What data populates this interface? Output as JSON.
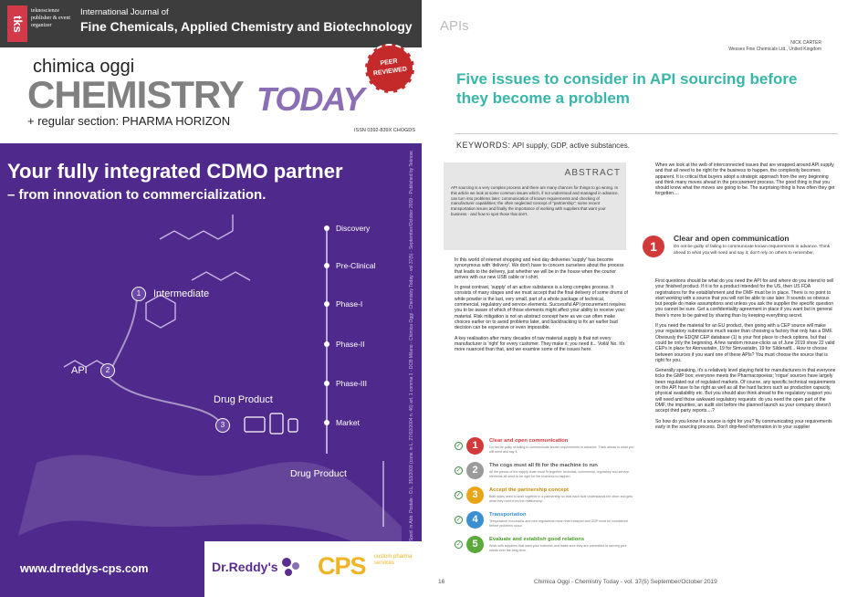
{
  "cover": {
    "logo": "tks",
    "logo_text": "teknoscienze publisher & event organizer",
    "journal_line1": "International Journal of",
    "journal_line2": "Fine Chemicals, Applied Chemistry and Biotechnology",
    "chimica_oggi": "chimica oggi",
    "chemistry": "CHEMISTRY",
    "today": "TODAY",
    "regular_section": "+ regular section: PHARMA HORIZON",
    "peer_reviewed": "PEER REVIEWED",
    "issn": "ISSN 0392-839X CHOGDS",
    "side_strip": "Paolo Mantovani Spa - Sped. in Abb. Postale - D.L. 353/2003 (conv. in L. 27/02/2004 n. 46) art. 1 comma 1 - DCB Milano - Chimica Oggi - Chemistry Today - vol 37(5) - September/October 2019 - Published by Teknoscienze Srl",
    "headline": "Your fully integrated CDMO partner",
    "subheadline": "– from innovation to commercialization.",
    "stages": [
      "Discovery",
      "Pre-Clinical",
      "Phase-I",
      "Phase-II",
      "Phase-III",
      "Market"
    ],
    "flow_items": [
      {
        "num": "1",
        "label": "Intermediate"
      },
      {
        "num": "2",
        "label": "API"
      },
      {
        "num": "3",
        "label": "Drug Product"
      }
    ],
    "drug_product_box": "Drug Product",
    "url": "www.drreddys-cps.com",
    "brand1": "Dr.Reddy's",
    "brand2": "CPS",
    "brand2_sub": "custom pharma services"
  },
  "article": {
    "section": "APIs",
    "author_name": "NICK CARTER",
    "author_affil": "Wessex Fine Chemicals Ltd., United Kingdom",
    "title": "Five issues to consider in API sourcing before they become a problem",
    "keywords_label": "KEYWORDS:",
    "keywords": "API supply, GDP, active substances.",
    "abstract_head": "ABSTRACT",
    "abstract_body": "API sourcing is a very complex process and there are many chances for things to go wrong. In this article we look at some common issues which, if not understood and managed in advance, can turn into problems later: communication of known requirements and checking of manufacturer capabilities; the often neglected concept of \"partnership\"; some recent transportation issues and finally the importance of working with suppliers that want your business - and how to spot those that don't.",
    "colA": [
      "In this world of internet shopping and next day deliveries 'supply' has become synonymous with 'delivery'. We don't have to concern ourselves about the process that leads to the delivery, just whether we will be in the house when the courier arrives with our new USB cable or t-shirt.",
      "In great contrast, 'supply' of an active substance is a long complex process. It consists of many stages and we must accept that the final delivery of some drums of white powder is the last, very small, part of a whole package of technical, commercial, regulatory and service elements. Successful API procurement requires you to be aware of which of those elements might affect your ability to receive your material. Risk mitigation is not an abstract concept here as we can often make choices earlier on to avoid problems later, and backtracking to fix an earlier bad decision can be expensive or even impossible.",
      "A key realisation after many decades of raw material supply is that not every manufacturer is 'right' for every customer. They make it; you need it... Voilà! No. It's more nuanced than that, and we examine some of the issues here."
    ],
    "colB_intro": "When we look at the web of interconnected issues that are wrapped around API supply and that all need to be right for the business to happen, the complexity becomes apparent. It is critical that buyers adopt a strategic approach from the very beginning and think many moves ahead in the procurement process. The good thing is that you should know what the moves are going to be. The surprising thing is how often they get forgotten....",
    "box1": {
      "num": "1",
      "title": "Clear and open communication",
      "text": "Do not be guilty of failing to communicate known requirements in advance. Think ahead to what you will need and say it; don't rely on others to remember."
    },
    "colB2": [
      "First questions should be what do you need the API for and where do you intend to sell your finished product. If it is for a product intended for the US, then US FDA registrations for the establishment and the DMF must be in place. There is no point to start working with a source that you will not be able to use later. It sounds so obvious but people do make assumptions and unless you ask the supplier the specific question you cannot be sure. Get a confidentiality agreement in place if you want but in general there's more to be gained by sharing than by keeping everything secret.",
      "If you need the material for an EU product, then going with a CEP source will make your regulatory submissions much easier than choosing a factory that only has a DMF. Obviously the EDQM CEP database (1) is your first place to check options, but that could be only the beginning. A few random mouse-clicks as of June 2019 show 22 valid CEPs in place for Atorvastatin, 19 for Simvastatin, 19 for Sildenafil... How to choose between sources if you want one of these APIs? You must choose the source that is right for you.",
      "Generally speaking, it's a relatively level playing field for manufacturers in that everyone ticks the GMP box; everyone meets the Pharmacopoeias; 'rogue' sources have largely been regulated out of regulated markets. Of course, any specific technical requirements on the API have to be right as well as all the hard factors such as production capacity, physical availability etc. But you should also think ahead to the regulatory support you will need and those awkward regulatory requests: do you need the open part of the DMF, the impurities, an audit slot before the planned launch as your company doesn't accept third party reports....?",
      "So how do you know if a source is right for you? By communicating your requirements early in the sourcing process. Don't drip-feed information in to your supplier"
    ],
    "issues": [
      {
        "num": "1",
        "title": "Clear and open communication",
        "text": "Do not be guilty of failing to communicate known requirements in advance. Think ahead to what you will need and say it.",
        "color": "#d23a3a"
      },
      {
        "num": "2",
        "title": "The cogs must all fit for the machine to run",
        "text": "All the pieces of the supply chain must fit together: technical, commercial, regulatory and service elements all need to be right for the business to happen.",
        "color": "#9a9a9a"
      },
      {
        "num": "3",
        "title": "Accept the partnership concept",
        "text": "Both sides need to work together in a partnership so that each side understands the other and gets what they need from the relationship.",
        "color": "#e8a617"
      },
      {
        "num": "4",
        "title": "Transportation",
        "text": "Temperature excursions and new regulations mean that transport and GDP must be considered before problems occur.",
        "color": "#3a8fd0"
      },
      {
        "num": "5",
        "title": "Evaluate and establish good relations",
        "text": "Work with suppliers that want your business and make sure they are committed to serving your needs over the long term.",
        "color": "#5aaa3a"
      }
    ],
    "page_number": "16",
    "footer_text": "Chimica Oggi - Chemistry Today - vol. 37(5) September/October 2019",
    "colors": {
      "title": "#38b6a9",
      "panel": "#4f2a8c",
      "cps": "#f0b323",
      "today": "#8b6fb5"
    }
  }
}
